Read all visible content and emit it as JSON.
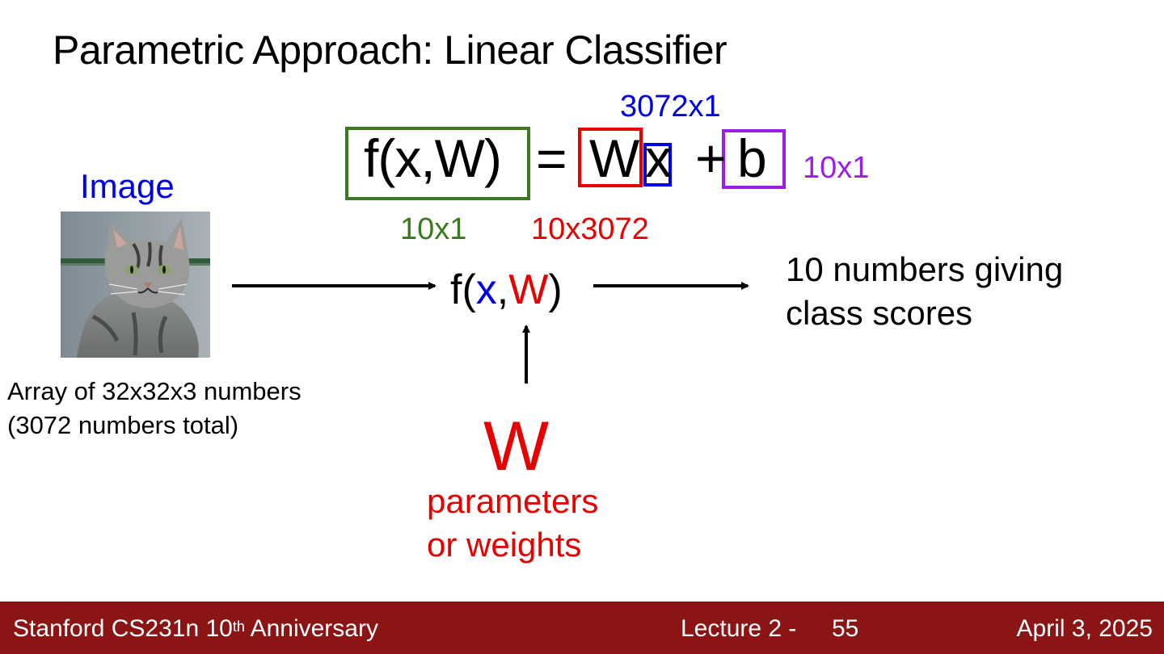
{
  "slide": {
    "title": "Parametric Approach: Linear Classifier"
  },
  "equation": {
    "lhs": "f(x,W)",
    "equals": "=",
    "W": "W",
    "x": "x",
    "plus": "+",
    "b": "b",
    "dims": {
      "x": "3072x1",
      "b": "10x1",
      "f": "10x1",
      "W": "10x3072"
    },
    "colors": {
      "f_box": "#3a7a1e",
      "W_box": "#e60000",
      "x_box": "#0000e6",
      "b_box": "#9b1ee6"
    }
  },
  "input": {
    "label": "Image",
    "caption_line1": "Array of 32x32x3 numbers",
    "caption_line2": "(3072 numbers total)"
  },
  "function": {
    "f_open": "f(",
    "x": "x",
    "comma": ",",
    "W": "W",
    "close": ")"
  },
  "output": {
    "line1": "10 numbers giving",
    "line2": "class scores"
  },
  "parameters": {
    "symbol": "W",
    "line1": "parameters",
    "line2": "or weights"
  },
  "footer": {
    "course": "Stanford CS231n 10",
    "superscript": "th",
    "course_suffix": " Anniversary",
    "lecture": "Lecture 2 -",
    "page": "55",
    "date": "April 3, 2025",
    "background": "#8b1515"
  }
}
